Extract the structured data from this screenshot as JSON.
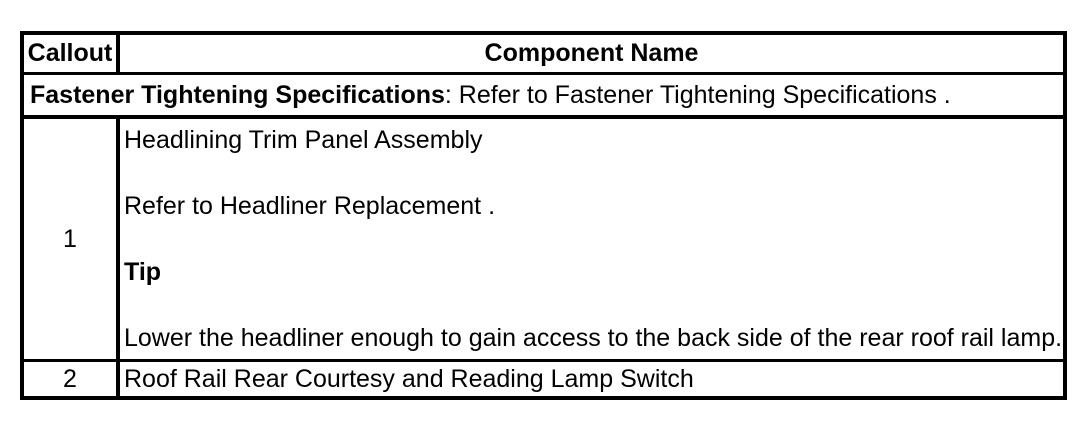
{
  "colors": {
    "page_background": "#ffffff",
    "table_border": "#000000",
    "text": "#000000"
  },
  "table": {
    "header": {
      "callout": "Callout",
      "component": "Component Name"
    },
    "note": {
      "label_bold": "Fastener Tightening Specifications",
      "text_rest": ": Refer to Fastener Tightening Specifications ."
    },
    "rows": [
      {
        "callout": "1",
        "lines": [
          {
            "text": "Headlining Trim Panel Assembly",
            "bold": false
          },
          {
            "text": "",
            "bold": false
          },
          {
            "text": "Refer to Headliner Replacement .",
            "bold": false
          },
          {
            "text": "",
            "bold": false
          },
          {
            "text": "Tip",
            "bold": true
          },
          {
            "text": "",
            "bold": false
          },
          {
            "text": "Lower the headliner enough to gain access to the back side of the rear roof rail lamp.",
            "bold": false
          }
        ]
      },
      {
        "callout": "2",
        "lines": [
          {
            "text": "Roof Rail Rear Courtesy and Reading Lamp Switch",
            "bold": false
          }
        ]
      }
    ]
  }
}
